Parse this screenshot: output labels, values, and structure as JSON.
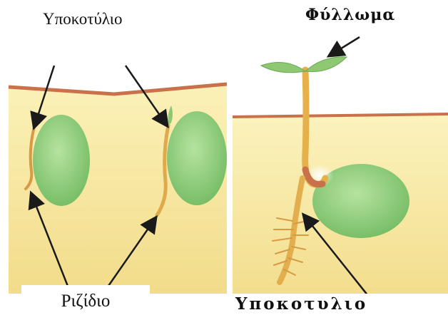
{
  "labels": {
    "hypocotyl_top_left": "Υποκοτύλιο",
    "leaves_top_right": "Φύλλωμα",
    "radicle_bottom_left": "Ριζίδιο",
    "hypocotyl_bottom_right": "Υποκοτυλιο"
  },
  "colors": {
    "soil": "#f7eaa0",
    "soil_line": "#c8714a",
    "seed": "#8cc97a",
    "stem": "#e6b04a",
    "leaf": "#8fc873",
    "arrow": "#1a1a1a"
  }
}
